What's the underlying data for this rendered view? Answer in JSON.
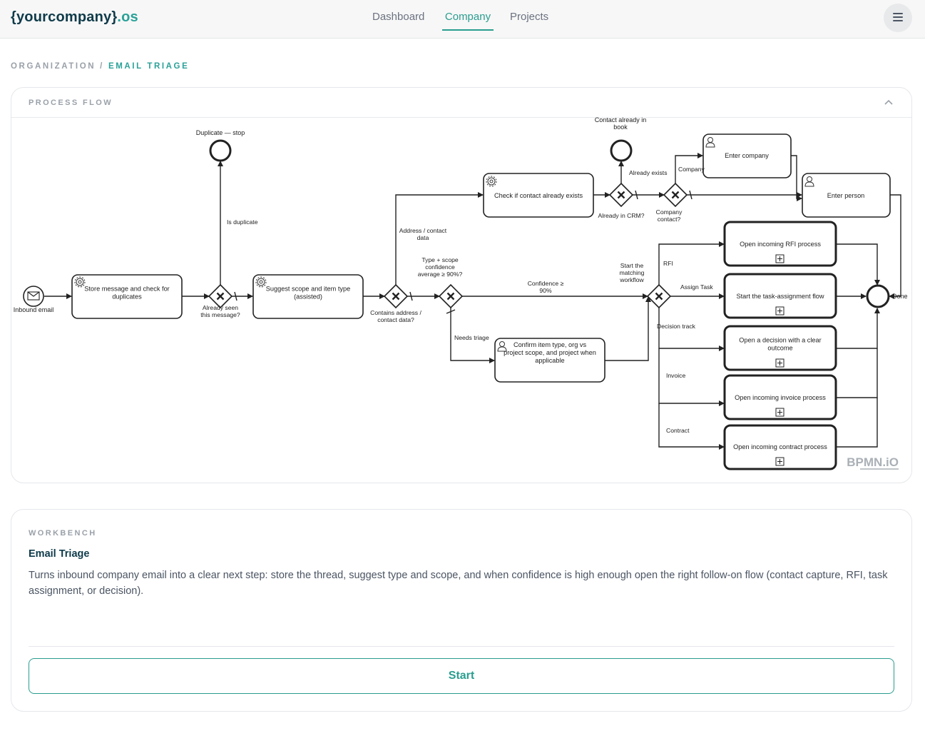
{
  "app": {
    "logo_main": "{yourcompany}",
    "logo_suffix": ".os"
  },
  "nav": {
    "tabs": [
      {
        "label": "Dashboard",
        "active": false
      },
      {
        "label": "Company",
        "active": true
      },
      {
        "label": "Projects",
        "active": false
      }
    ],
    "menu_icon": "hamburger-icon"
  },
  "breadcrumb": {
    "parent": "ORGANIZATION",
    "separator": "/",
    "current": "EMAIL TRIAGE"
  },
  "process_flow": {
    "label": "PROCESS FLOW",
    "collapse_icon": "chevron-up-icon",
    "watermark": "BPMN.iO",
    "events": {
      "start": "Inbound email",
      "end_duplicate": "Duplicate — stop",
      "end_contact": "Contact already in book",
      "end_done": "Done"
    },
    "tasks": {
      "store": "Store message and check for duplicates",
      "suggest": "Suggest scope and item type (assisted)",
      "check_contact": "Check if contact already exists",
      "enter_company": "Enter company",
      "enter_person": "Enter person",
      "confirm": "Confirm item type, org vs project scope, and project when applicable",
      "rfi": "Open incoming RFI process",
      "task_assign": "Start the task-assignment flow",
      "decision": "Open a decision with a clear outcome",
      "invoice": "Open incoming invoice process",
      "contract": "Open incoming contract process"
    },
    "gateways": {
      "seen": "Already seen this message?",
      "address": "Contains address / contact data?",
      "confidence": "Type + scope confidence average ≥ 90%?",
      "crm": "Already in CRM?",
      "company_contact": "Company contact?",
      "workflow": "Start the matching workflow"
    },
    "flows": {
      "is_duplicate": "Is duplicate",
      "address_data": "Address / contact data",
      "already_exists": "Already exists",
      "company": "Company",
      "confidence_high": "Confidence ≥ 90%",
      "needs_triage": "Needs triage",
      "rfi": "RFI",
      "assign_task": "Assign Task",
      "decision_track": "Decision track",
      "invoice": "Invoice",
      "contract": "Contract"
    }
  },
  "workbench": {
    "label": "WORKBENCH",
    "title": "Email Triage",
    "description": "Turns inbound company email into a clear next step: store the thread, suggest type and scope, and when confidence is high enough open the right follow-on flow (contact capture, RFI, task assignment, or decision).",
    "start_label": "Start"
  }
}
